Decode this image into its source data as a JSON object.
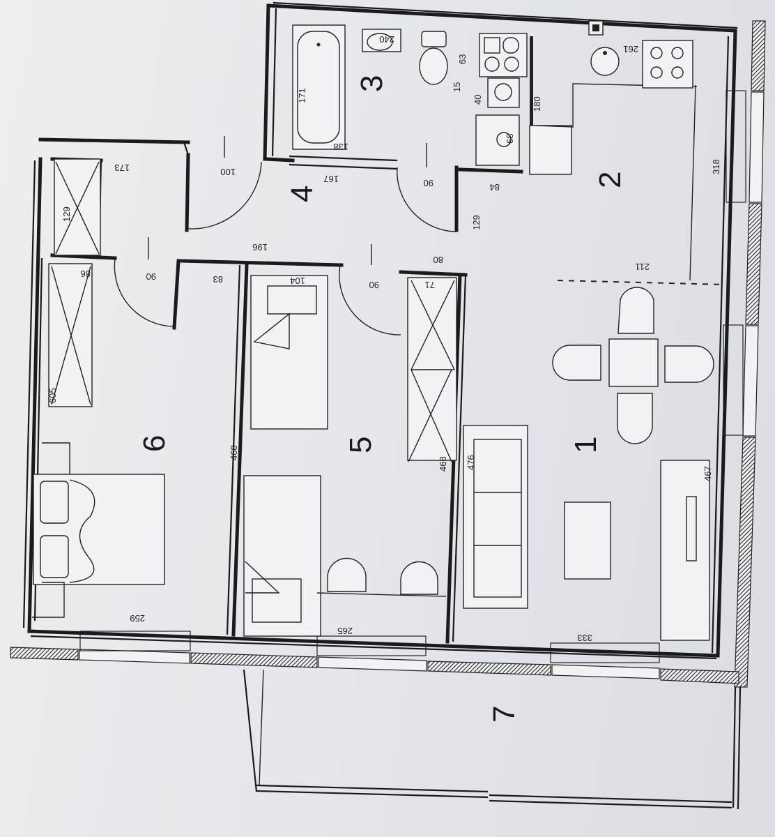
{
  "rooms": [
    {
      "id": "1",
      "label": "1"
    },
    {
      "id": "2",
      "label": "2"
    },
    {
      "id": "3",
      "label": "3"
    },
    {
      "id": "4",
      "label": "4"
    },
    {
      "id": "5",
      "label": "5"
    },
    {
      "id": "6",
      "label": "6"
    },
    {
      "id": "7",
      "label": "7"
    }
  ],
  "dimensions": {
    "bath_171": "171",
    "wc_240": "240",
    "stack_63": "63",
    "stack_15": "15",
    "stack_40": "40",
    "kitchen_180": "180",
    "sink_261": "261",
    "basin_68": "68",
    "bath_138": "138",
    "door_100": "100",
    "hall_167": "167",
    "door_90_bath": "90",
    "hall_84": "84",
    "kitchen_318": "318",
    "wardrobe_173": "173",
    "wardrobe_129": "129",
    "hall_129": "129",
    "hall_196": "196",
    "dining_211": "211",
    "door_90_bed": "90",
    "wardrobe_86": "86",
    "wall_83": "83",
    "desk_104": "104",
    "door_90_room5": "90",
    "closet_80": "80",
    "closet_71": "71",
    "bed_605": "605",
    "room5_468": "468",
    "closet_468": "468",
    "sofa_476": "476",
    "tv_467": "467",
    "bed_259": "259",
    "room5_265": "265",
    "living_333": "333"
  }
}
